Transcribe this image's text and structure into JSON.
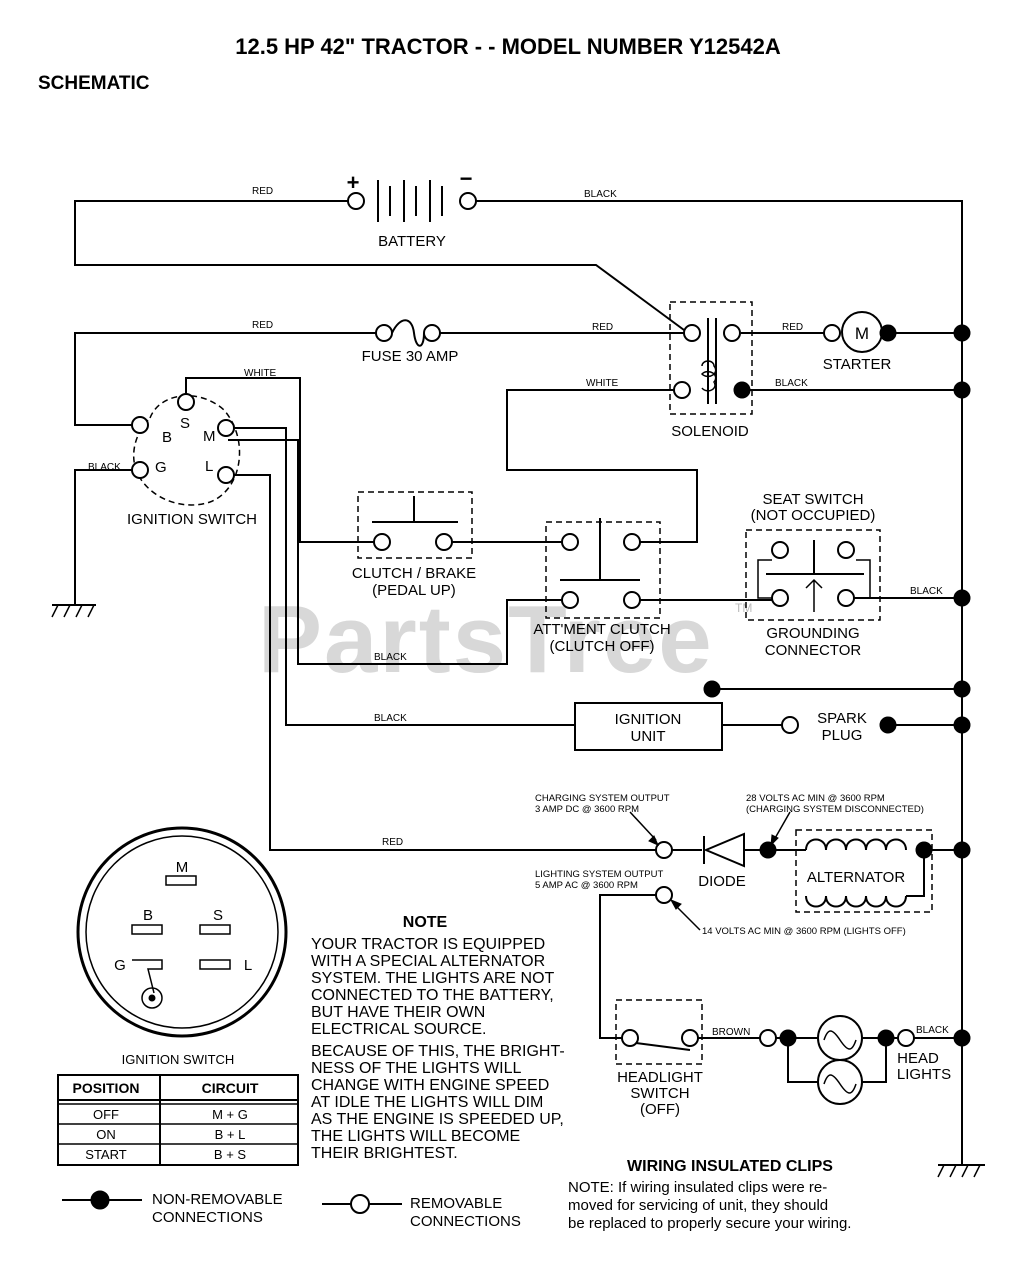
{
  "title": "12.5 HP 42\" TRACTOR - - MODEL NUMBER Y12542A",
  "section": "SCHEMATIC",
  "watermark": "PartsTree",
  "watermark_tm": "TM",
  "battery": {
    "label": "BATTERY",
    "plus": "+",
    "minus": "−"
  },
  "components": {
    "fuse": "FUSE 30 AMP",
    "solenoid": "SOLENOID",
    "starter": "STARTER",
    "starter_symbol": "M",
    "ignition_switch": "IGNITION SWITCH",
    "clutch_brake": [
      "CLUTCH / BRAKE",
      "(PEDAL UP)"
    ],
    "attment_clutch": [
      "ATT'MENT CLUTCH",
      "(CLUTCH OFF)"
    ],
    "seat_switch": [
      "SEAT SWITCH",
      "(NOT OCCUPIED)"
    ],
    "grounding_connector": [
      "GROUNDING",
      "CONNECTOR"
    ],
    "ignition_unit": [
      "IGNITION",
      "UNIT"
    ],
    "spark_plug": [
      "SPARK",
      "PLUG"
    ],
    "diode": "DIODE",
    "alternator": "ALTERNATOR",
    "headlight_switch": [
      "HEADLIGHT",
      "SWITCH",
      "(OFF)"
    ],
    "head_lights": [
      "HEAD",
      "LIGHTS"
    ]
  },
  "switch_terminals": {
    "b": "B",
    "s": "S",
    "m": "M",
    "g": "G",
    "l": "L"
  },
  "wire_colors": {
    "red": "RED",
    "black": "BLACK",
    "white": "WHITE",
    "brown": "BROWN"
  },
  "annotations": {
    "charging_output": [
      "CHARGING SYSTEM OUTPUT",
      "3 AMP DC @ 3600 RPM"
    ],
    "volts_28": [
      "28 VOLTS AC MIN @ 3600 RPM",
      "(CHARGING SYSTEM DISCONNECTED)"
    ],
    "lighting_output": [
      "LIGHTING SYSTEM OUTPUT",
      "5 AMP AC @ 3600 RPM"
    ],
    "volts_14": "14 VOLTS AC MIN @ 3600 RPM (LIGHTS OFF)"
  },
  "note": {
    "heading": "NOTE",
    "lines": [
      "YOUR TRACTOR IS EQUIPPED",
      "WITH A SPECIAL ALTERNATOR",
      "SYSTEM.  THE LIGHTS ARE NOT",
      "CONNECTED TO  THE BATTERY,",
      "BUT HAVE THEIR OWN",
      "ELECTRICAL SOURCE.",
      "BECAUSE OF THIS, THE BRIGHT-",
      "NESS OF THE LIGHTS WILL",
      "CHANGE WITH ENGINE SPEED",
      "AT IDLE THE LIGHTS WILL DIM",
      "AS THE ENGINE IS SPEEDED UP,",
      "THE LIGHTS WILL BECOME",
      "THEIR BRIGHTEST."
    ]
  },
  "ignition_table": {
    "caption": "IGNITION SWITCH",
    "headers": [
      "POSITION",
      "CIRCUIT"
    ],
    "rows": [
      [
        "OFF",
        "M + G"
      ],
      [
        "ON",
        "B + L"
      ],
      [
        "START",
        "B + S"
      ]
    ]
  },
  "legend": {
    "non_removable": [
      "NON-REMOVABLE",
      "CONNECTIONS"
    ],
    "removable": [
      "REMOVABLE",
      "CONNECTIONS"
    ]
  },
  "clips": {
    "heading": "WIRING INSULATED CLIPS",
    "lines": [
      "NOTE: If wiring insulated clips  were   re-",
      "moved  for servicing  of  unit,  they should",
      "be replaced to properly secure your wiring."
    ]
  }
}
